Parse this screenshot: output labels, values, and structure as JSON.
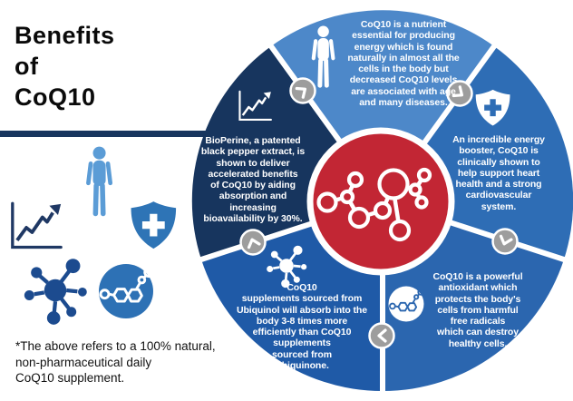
{
  "title": "Benefits\nof\nCoQ10",
  "footnote": "*The above refers to a 100% natural,\nnon-pharmaceutical daily\nCoQ10 supplement.",
  "wheel": {
    "center_icon": "molecule-network-icon",
    "rotation_connectors": [
      {
        "icon": "chevron-up-right-icon"
      },
      {
        "icon": "chevron-down-right-icon"
      },
      {
        "icon": "chevron-down-icon"
      },
      {
        "icon": "chevron-left-icon"
      },
      {
        "icon": "chevron-up-icon"
      }
    ],
    "segments": [
      {
        "id": "top",
        "icon": "person-icon",
        "text": "CoQ10 is a nutrient\nessential for producing\nenergy which is found\nnaturally in almost all the\ncells in the body but\ndecreased CoQ10 levels\nare associated with age\nand many diseases."
      },
      {
        "id": "right",
        "icon": "shield-cross-icon",
        "text": "An incredible energy\nbooster, CoQ10 is\nclinically shown to\nhelp support heart\nhealth and a strong\ncardiovascular\nsystem."
      },
      {
        "id": "bottom-right",
        "icon": "molecule-ring-icon",
        "text": "CoQ10 is a powerful\nantioxidant which\nprotects the body's\ncells from harmful\nfree radicals\nwhich can destroy\nhealthy cells."
      },
      {
        "id": "bottom-left",
        "icon": "molecule-hub-icon",
        "text": "CoQ10\nsupplements sourced from\nUbiquinol will absorb into the\nbody 3-8 times more\nefficiently than CoQ10\nsupplements\nsourced from\nUbiquinone."
      },
      {
        "id": "left",
        "icon": "growth-chart-icon",
        "text": "BioPerine, a patented\nblack pepper extract, is\nshown to deliver\naccelerated benefits\nof CoQ10 by aiding\nabsorption and\nincreasing\nbioavailability by 30%."
      }
    ]
  },
  "legend_icons": [
    {
      "icon": "person-icon"
    },
    {
      "icon": "growth-chart-icon"
    },
    {
      "icon": "shield-cross-icon"
    },
    {
      "icon": "molecule-hub-icon"
    },
    {
      "icon": "molecule-ring-icon"
    }
  ],
  "colors": {
    "segment_top": "#4d88c9",
    "segment_right": "#2e6db5",
    "segment_bottom_right": "#2b66af",
    "segment_bottom_left": "#1f5aa7",
    "segment_left": "#17355e",
    "center_red": "#c22634",
    "connector_gray": "#9d9d9d",
    "accent_bar": "#17355e",
    "icon_light_blue": "#5b9cd6",
    "icon_navy": "#1f3864",
    "icon_blue": "#2e74b6",
    "icon_dark_blue": "#1c4b8f",
    "text_white": "#ffffff",
    "text_black": "#0a0a0a"
  }
}
